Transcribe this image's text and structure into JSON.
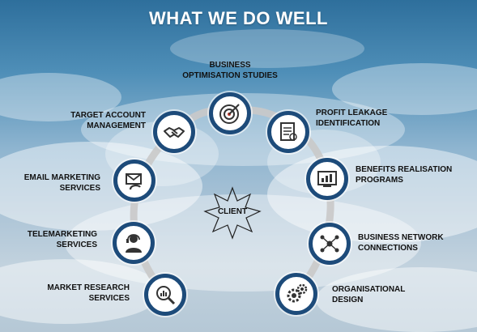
{
  "title": "WHAT WE DO WELL",
  "center": {
    "label": "CLIENT"
  },
  "services": [
    {
      "line1": "BUSINESS",
      "line2": "OPTIMISATION STUDIES",
      "icon": "target-icon"
    },
    {
      "line1": "PROFIT LEAKAGE",
      "line2": "IDENTIFICATION",
      "icon": "document-icon"
    },
    {
      "line1": "BENEFITS REALISATION",
      "line2": "PROGRAMS",
      "icon": "report-icon"
    },
    {
      "line1": "BUSINESS NETWORK",
      "line2": "CONNECTIONS",
      "icon": "network-icon"
    },
    {
      "line1": "ORGANISATIONAL",
      "line2": "DESIGN",
      "icon": "gears-icon"
    },
    {
      "line1": "MARKET RESEARCH",
      "line2": "SERVICES",
      "icon": "magnifier-chart-icon"
    },
    {
      "line1": "TELEMARKETING",
      "line2": "SERVICES",
      "icon": "headset-person-icon"
    },
    {
      "line1": "EMAIL MARKETING",
      "line2": "SERVICES",
      "icon": "email-hand-icon"
    },
    {
      "line1": "TARGET ACCOUNT",
      "line2": "MANAGEMENT",
      "icon": "handshake-icon"
    }
  ],
  "colors": {
    "ring_border": "#1d4b7a",
    "arc": "#c9c9c9",
    "text": "#111111",
    "title": "#ffffff"
  }
}
